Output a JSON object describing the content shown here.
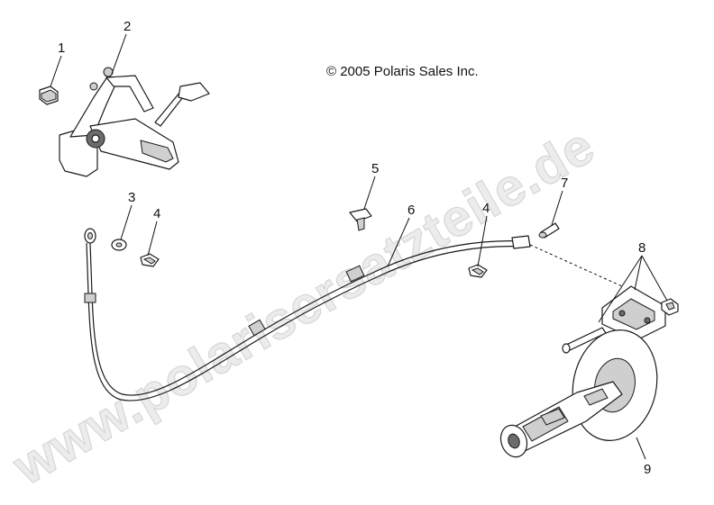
{
  "copyright": "© 2005 Polaris Sales Inc.",
  "watermark": "www.polarisersatzteile.de",
  "callouts": [
    "1",
    "2",
    "3",
    "4",
    "5",
    "6",
    "4",
    "7",
    "8",
    "9"
  ]
}
